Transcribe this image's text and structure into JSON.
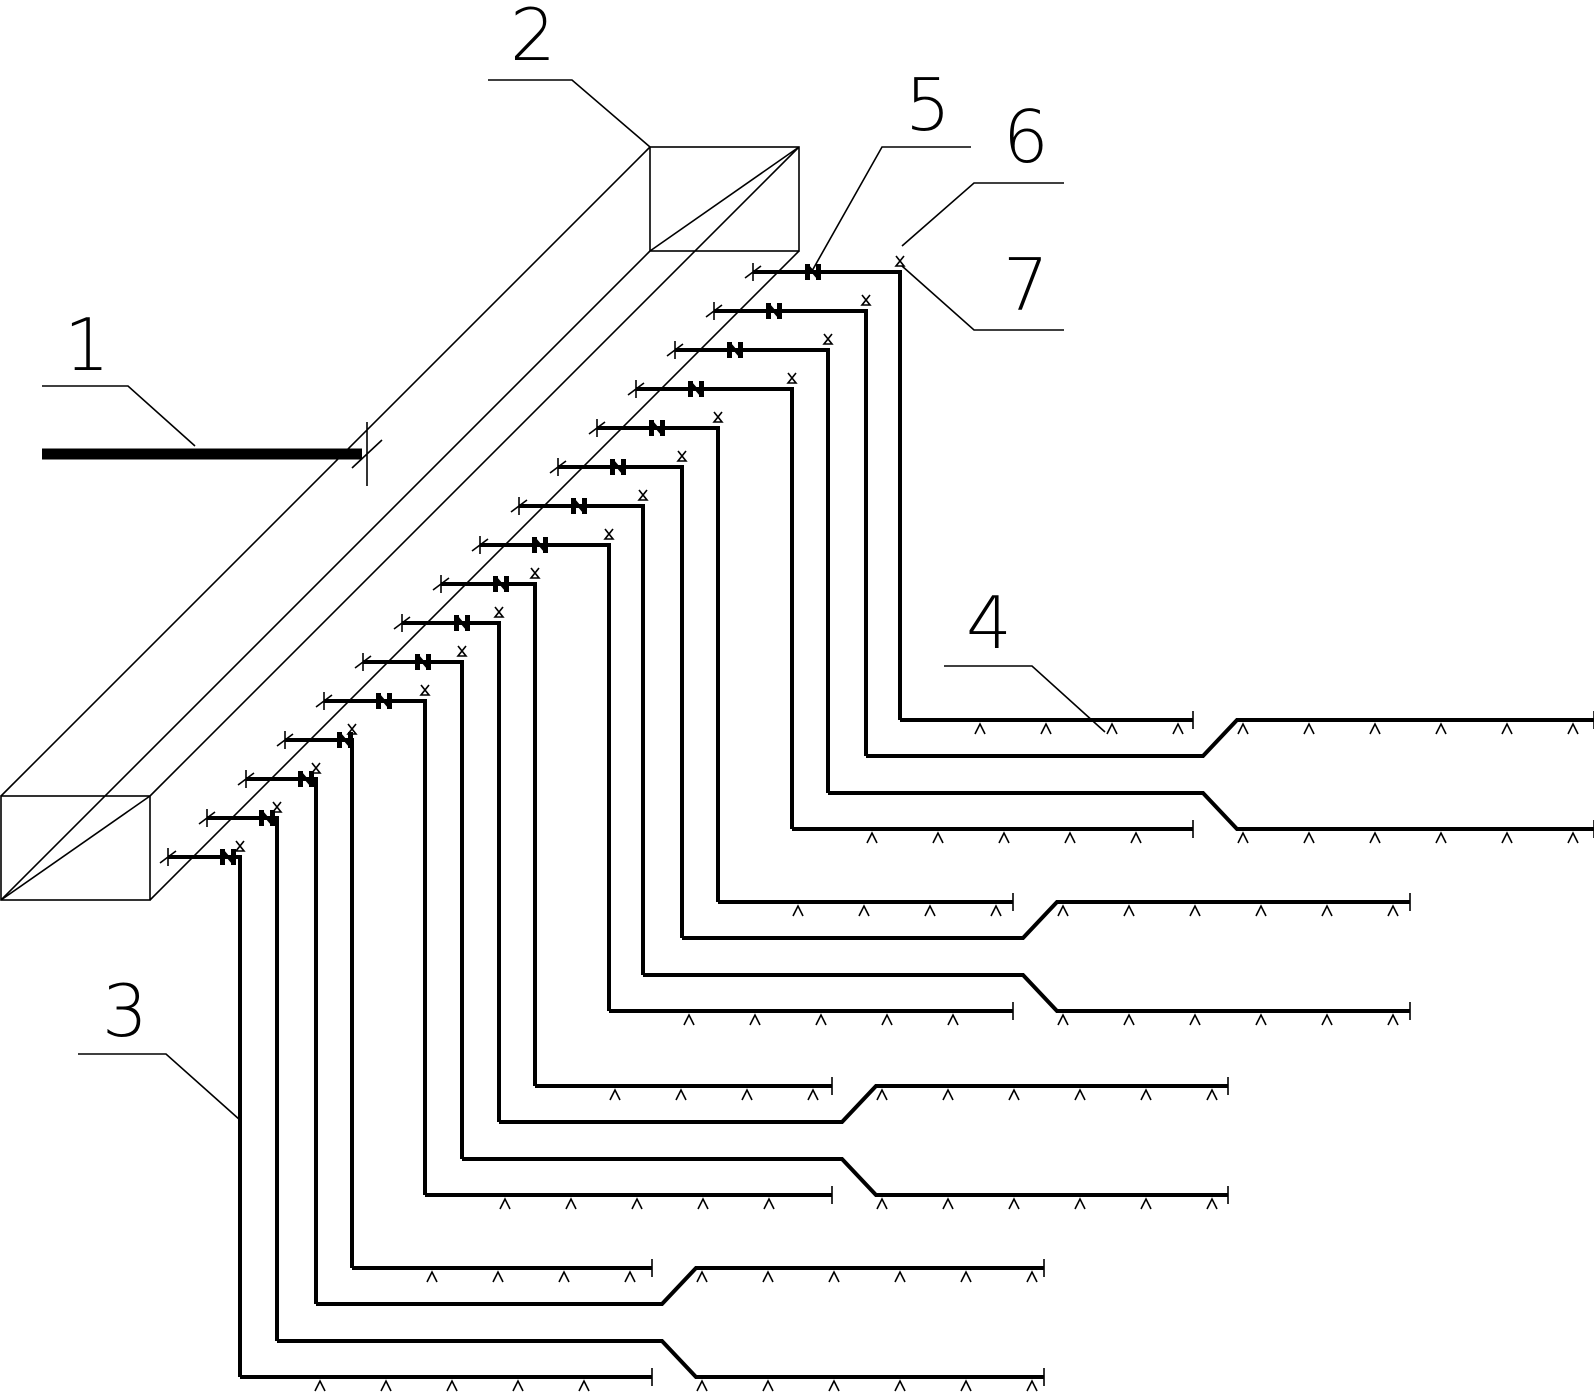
{
  "labels": {
    "item_1": "1",
    "item_2": "2",
    "item_3": "3",
    "item_4": "4",
    "item_5": "5",
    "item_6": "6",
    "item_7": "7"
  },
  "colors": {
    "line": "#000000",
    "background": "#ffffff"
  },
  "components": {
    "branch_pipe_count": 16,
    "valve_icon": "valve-icon",
    "nozzle_icon": "nozzle-icon",
    "end_cap_icon": "end-cap-icon"
  }
}
